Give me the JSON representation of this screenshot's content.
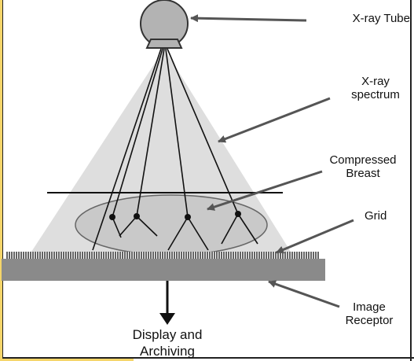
{
  "labels": {
    "xray_tube": "X-ray Tube",
    "xray_spectrum_line1": "X-ray",
    "xray_spectrum_line2": "spectrum",
    "compressed_breast_line1": "Compressed",
    "compressed_breast_line2": "Breast",
    "grid": "Grid",
    "image_receptor_line1": "Image",
    "image_receptor_line2": "Receptor",
    "display_line1": "Display and",
    "display_line2": "Archiving"
  },
  "colors": {
    "beam": "#dedede",
    "tube": "#b3b3b3",
    "breast": "#c9c9c9",
    "receptor": "#8a8a8a",
    "grid": "#222222",
    "arrow": "#555555",
    "frame_accent": "#f5d56a"
  }
}
